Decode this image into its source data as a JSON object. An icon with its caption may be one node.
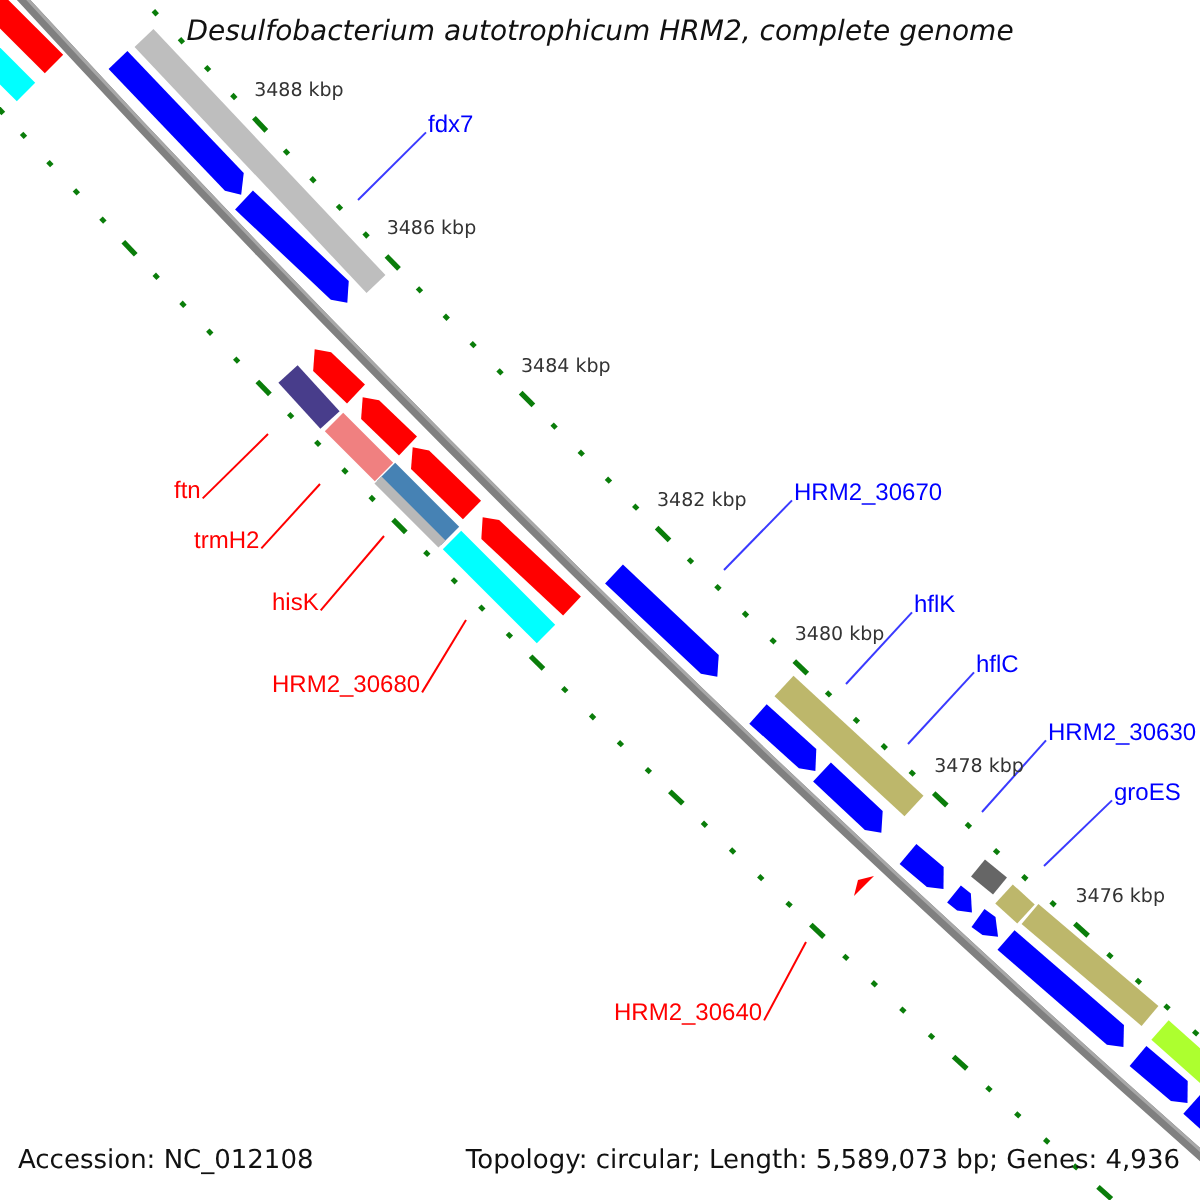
{
  "diagram": {
    "title": "Desulfobacterium autotrophicum HRM2, complete genome",
    "nodes": [
      {
        "text": [
          "fdx7"
        ]
      },
      {
        "text": [
          "ftn"
        ]
      },
      {
        "text": [
          "HRM2_30670"
        ]
      },
      {
        "text": [
          "trmH2"
        ]
      },
      {
        "text": [
          "hflK"
        ]
      },
      {
        "text": [
          "hisK"
        ]
      },
      {
        "text": [
          "hflC"
        ]
      },
      {
        "text": [
          "HRM2_30680"
        ]
      },
      {
        "text": [
          "HRM2_30630"
        ]
      },
      {
        "text": [
          "groES"
        ]
      },
      {
        "text": [
          "HRM2_30640"
        ]
      }
    ],
    "edges": [
      {
        "from": 0,
        "to": null,
        "arrow": "none"
      },
      {
        "from": 1,
        "to": null,
        "arrow": "none",
        "color": "#ff0000"
      },
      {
        "from": 2,
        "to": null,
        "arrow": "none"
      },
      {
        "from": 3,
        "to": null,
        "arrow": "none",
        "color": "#ff0000"
      },
      {
        "from": 4,
        "to": null,
        "arrow": "none"
      },
      {
        "from": 5,
        "to": null,
        "arrow": "none",
        "color": "#ff0000"
      },
      {
        "from": 6,
        "to": null,
        "arrow": "none"
      },
      {
        "from": 7,
        "to": null,
        "arrow": "none",
        "color": "#ff0000"
      },
      {
        "from": 8,
        "to": null,
        "arrow": "none"
      },
      {
        "from": 9,
        "to": null,
        "arrow": "none"
      },
      {
        "from": 10,
        "to": null,
        "arrow": "none",
        "color": "#ff0000"
      }
    ],
    "labels": [
      "3488 kbp",
      "3486 kbp",
      "3484 kbp",
      "3482 kbp",
      "3480 kbp",
      "3478 kbp",
      "3476 kbp",
      "Accession: NC_012108",
      "Topology: circular; Length: 5,589,073 bp; Genes: 4,936"
    ]
  }
}
